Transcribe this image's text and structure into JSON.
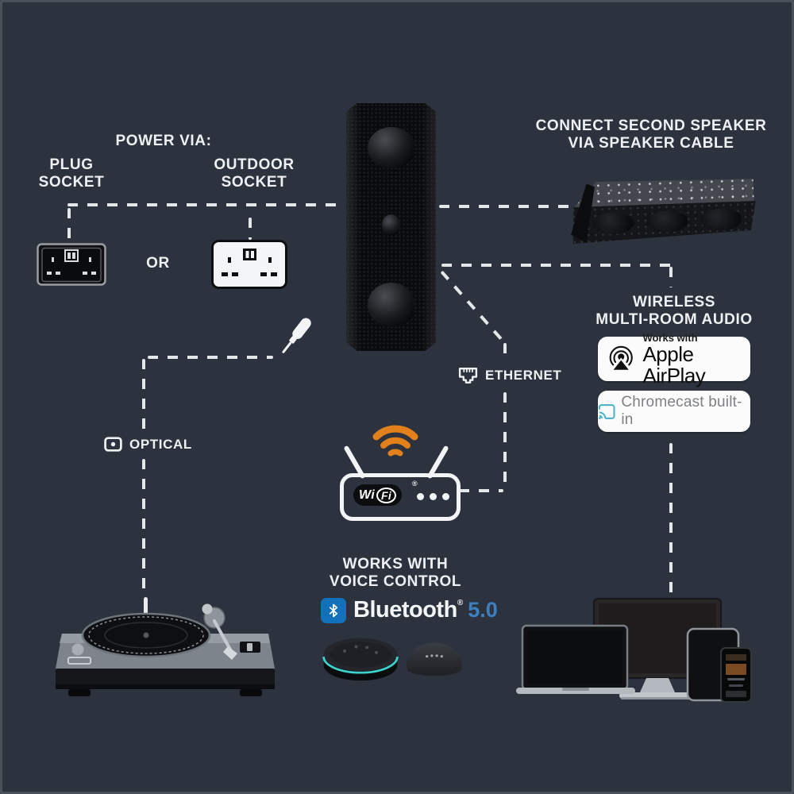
{
  "canvas": {
    "background_color": "#2d333e",
    "line_color": "#e4e7ea",
    "text_color": "#eef0f3"
  },
  "power": {
    "heading": "POWER VIA:",
    "plug_socket": {
      "line1": "PLUG",
      "line2": "SOCKET"
    },
    "or": "OR",
    "outdoor_socket": {
      "line1": "OUTDOOR",
      "line2": "SOCKET"
    }
  },
  "second_speaker": {
    "heading_line1": "CONNECT SECOND SPEAKER",
    "heading_line2": "VIA SPEAKER CABLE"
  },
  "wireless": {
    "heading_line1": "WIRELESS",
    "heading_line2": "MULTI-ROOM AUDIO",
    "airplay_badge": {
      "top": "Works with",
      "bottom": "Apple AirPlay"
    },
    "chromecast_badge": {
      "label": "Chromecast built-in",
      "icon_color": "#45afc4"
    }
  },
  "ethernet": {
    "label": "ETHERNET"
  },
  "optical": {
    "label": "OPTICAL"
  },
  "wifi_router": {
    "logo_wi": "Wi",
    "logo_fi": "Fi",
    "registered": "®",
    "signal_color": "#e2811c"
  },
  "voice_control": {
    "heading_line1": "WORKS WITH",
    "heading_line2": "VOICE CONTROL",
    "bluetooth": {
      "name": "Bluetooth",
      "registered": "®",
      "version": "5.0",
      "brand_color": "#1371bb"
    },
    "devices": [
      "amazon-echo-dot",
      "google-home-mini"
    ],
    "echo_ring_color": "#3ed2ce"
  },
  "sources": [
    "turntable"
  ],
  "playback_devices": [
    "laptop",
    "desktop-monitor",
    "tablet",
    "smartphone"
  ],
  "icons": [
    "tower-speaker",
    "second-speaker",
    "plug-socket",
    "outdoor-socket",
    "aux-jack-icon",
    "optical-icon",
    "ethernet-icon",
    "wifi-signal-icon",
    "wifi-router",
    "airplay-icon",
    "chromecast-icon",
    "bluetooth-icon",
    "echo-dot",
    "google-home-mini",
    "turntable",
    "laptop",
    "desktop-monitor",
    "tablet",
    "smartphone"
  ]
}
